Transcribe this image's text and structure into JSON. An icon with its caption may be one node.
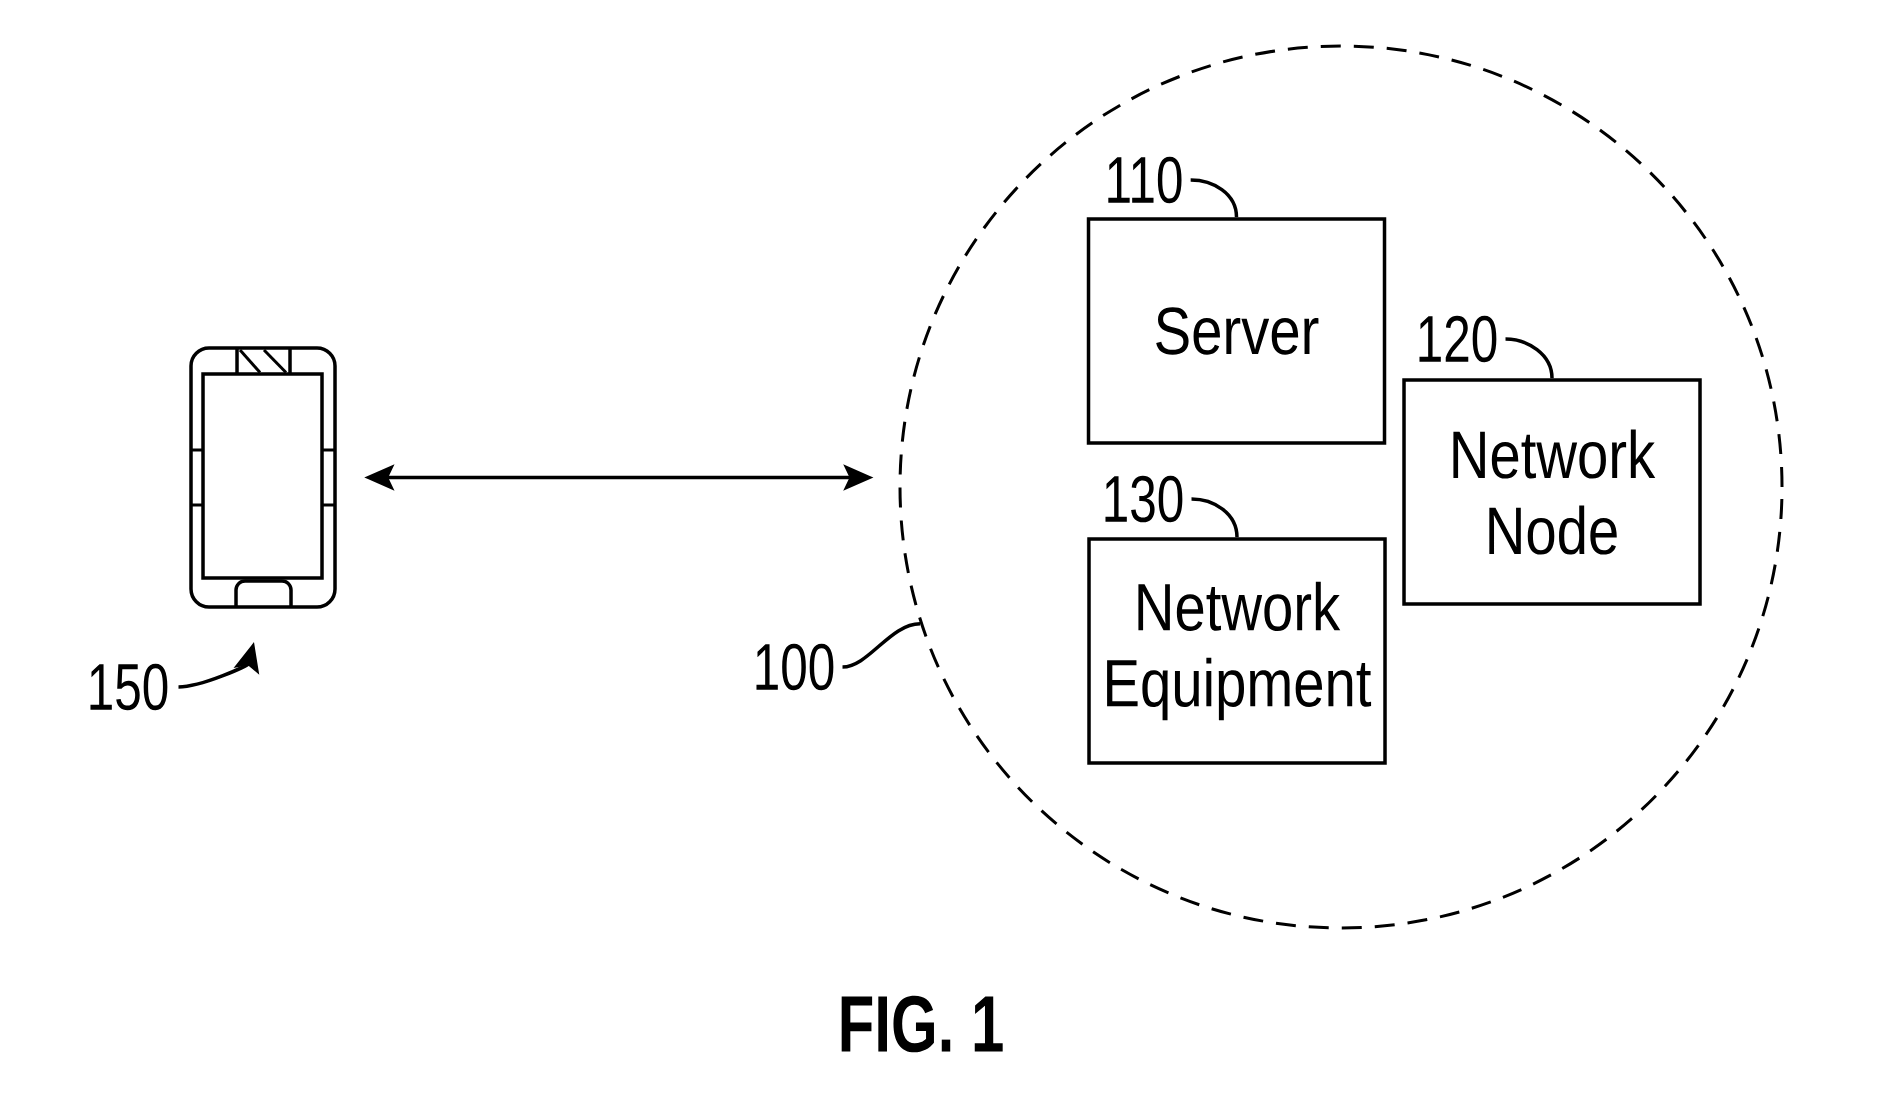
{
  "diagram": {
    "caption": "FIG. 1",
    "nodes": [
      {
        "text": [],
        "shape": "picture"
      },
      {
        "text": [
          "150"
        ]
      },
      {
        "text": [],
        "shape": "circle"
      },
      {
        "text": [
          "110"
        ],
        "in": 2
      },
      {
        "text": [
          "Server"
        ],
        "in": 2
      },
      {
        "text": [
          "120"
        ],
        "in": 2
      },
      {
        "text": [
          "Network Node"
        ],
        "in": 2
      },
      {
        "text": [
          "130"
        ],
        "in": 2
      },
      {
        "text": [
          "Network Equipment"
        ],
        "in": 2
      },
      {
        "text": [
          "100"
        ]
      }
    ],
    "edges": [
      {
        "from": 0,
        "to": 2,
        "arrow": "both"
      },
      {
        "from": 1,
        "to": 0,
        "arrow": "to"
      },
      {
        "from": 3,
        "to": 4,
        "arrow": "none"
      },
      {
        "from": 5,
        "to": 6,
        "arrow": "none"
      },
      {
        "from": 7,
        "to": 8,
        "arrow": "none"
      },
      {
        "from": 9,
        "to": 2,
        "arrow": "none"
      }
    ]
  }
}
